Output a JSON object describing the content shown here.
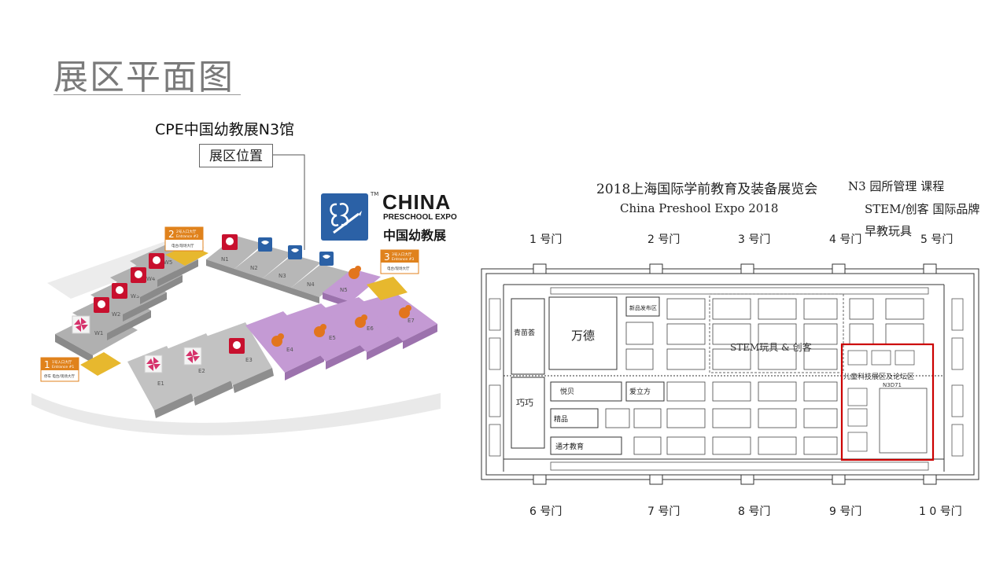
{
  "slide": {
    "title": "展区平面图",
    "hall_caption": "CPE中国幼教展N3馆",
    "zone_position_label": "展区位置"
  },
  "logo": {
    "tm": "TM",
    "line1": "CHINA",
    "line2": "PRESCHOOL EXPO",
    "line3": "中国幼教展"
  },
  "left_map": {
    "halls_top": [
      "N1",
      "N2",
      "N3",
      "N4",
      "N5"
    ],
    "halls_west": [
      "W1",
      "W2",
      "W3",
      "W4",
      "W5"
    ],
    "halls_bottom": [
      "E1",
      "E2",
      "E3",
      "E4",
      "E5",
      "E6",
      "E7"
    ],
    "entrances": [
      {
        "num": "1",
        "line1": "1号入口大厅",
        "line2": "Entrance #1",
        "note": "停车  电台/现场大厅"
      },
      {
        "num": "2",
        "line1": "2号入口大厅",
        "line2": "Entrance #2",
        "note": "电台/现场大厅"
      },
      {
        "num": "3",
        "line1": "3号入口大厅",
        "line2": "Entrance #3",
        "note": "电台/现场大厅"
      }
    ],
    "colors": {
      "hall_grey": "#a9a9a9",
      "hall_purple": "#b48ac8",
      "entrance_gold": "#e7b82e",
      "label_orange": "#e0821c",
      "brand_red": "#c8102e",
      "brand_blue": "#2b61a6"
    }
  },
  "floorplan": {
    "title_cn": "2018上海国际学前教育及装备展览会",
    "title_en": "China Preshool Expo 2018",
    "legend": [
      "N3 园所管理 课程",
      "STEM/创客 国际品牌",
      "早教玩具"
    ],
    "gates_top": [
      "1 号门",
      "2 号门",
      "3 号门",
      "4 号门",
      "5 号门"
    ],
    "gates_bottom": [
      "6 号门",
      "7 号门",
      "8 号门",
      "9 号门",
      "1 0 号门"
    ],
    "booths": {
      "wande": "万德",
      "qiaoqiao": "巧巧",
      "qingmiao": "青苗荟",
      "xinpin": "新品发布区",
      "yuebei": "悦贝",
      "aili": "爱立方",
      "jingpin": "精品",
      "tongcai": "通才教育",
      "stem_zone": "STEM玩具 & 创客",
      "highlight_zone": "儿童科技展区及论坛区",
      "highlight_code": "N3D71"
    },
    "highlight_color": "#cc0000"
  }
}
